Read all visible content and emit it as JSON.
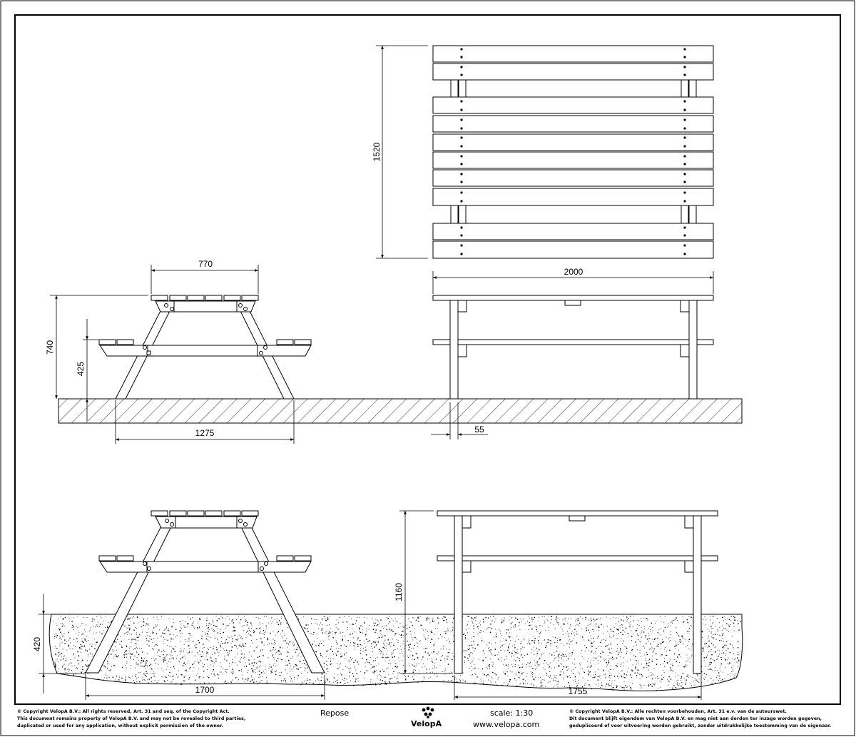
{
  "drawing": {
    "dimensions": {
      "top_view_depth": "1520",
      "top_view_length": "2000",
      "side_width": "770",
      "side_height": "740",
      "seat_height": "425",
      "foot_span": "1275",
      "leg_width": "55",
      "buried_height": "1160",
      "buried_depth": "420",
      "buried_foot_span": "1700",
      "buried_length": "1755"
    }
  },
  "footer": {
    "copyright_en": [
      "© Copyright VelopA B.V.: All rights reserved, Art. 31 and seq. of the Copyright Act.",
      "This document remains property of VelopA B.V. and may not be revealed to third parties,",
      "duplicated or used for any application, without explicit permission of the owner."
    ],
    "product_name": "Repose",
    "brand": "VelopA",
    "scale": "scale: 1:30",
    "website": "www.velopa.com",
    "copyright_nl": [
      "© Copyright VelopA B.V.: Alle rechten voorbehouden, Art. 31 e.v. van de auteurswet.",
      "Dit document blijft eigendom van VelopA B.V. en mag niet aan derden ter inzage worden gegeven,",
      "gedupliceerd of voor uitvoering worden gebruikt, zonder uitdrukkelijke toestemming van de eigenaar."
    ]
  }
}
